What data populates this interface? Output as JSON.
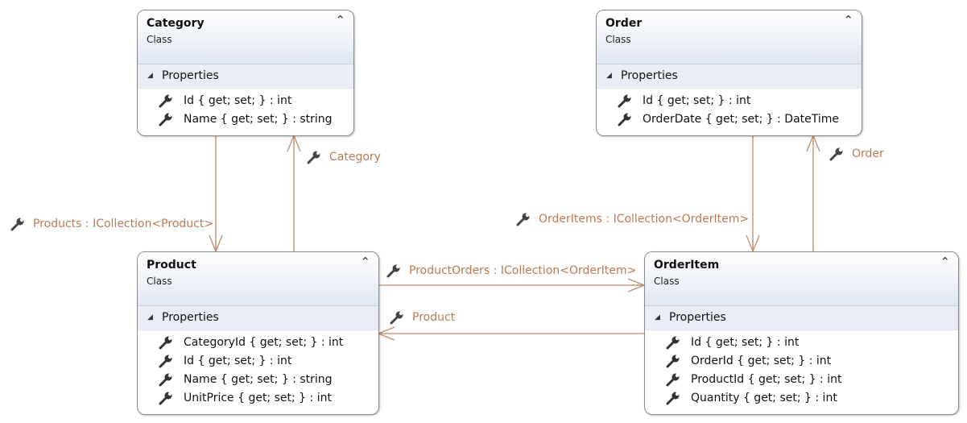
{
  "classes": {
    "category": {
      "name": "Category",
      "kind": "Class",
      "section": "Properties",
      "props": [
        "Id { get; set; } : int",
        "Name { get; set; } : string"
      ]
    },
    "order": {
      "name": "Order",
      "kind": "Class",
      "section": "Properties",
      "props": [
        "Id { get; set; } : int",
        "OrderDate { get; set; } : DateTime"
      ]
    },
    "product": {
      "name": "Product",
      "kind": "Class",
      "section": "Properties",
      "props": [
        "CategoryId { get; set; } : int",
        "Id { get; set; } : int",
        "Name { get; set; } : string",
        "UnitPrice { get; set; } : int"
      ]
    },
    "orderitem": {
      "name": "OrderItem",
      "kind": "Class",
      "section": "Properties",
      "props": [
        "Id { get; set; } : int",
        "OrderId { get; set; } : int",
        "ProductId { get; set; } : int",
        "Quantity { get; set; } : int"
      ]
    }
  },
  "associations": {
    "products": "Products : ICollection<Product>",
    "category": "Category",
    "orderitems": "OrderItems : ICollection<OrderItem>",
    "order": "Order",
    "productorders": "ProductOrders : ICollection<OrderItem>",
    "product": "Product"
  },
  "colors": {
    "association": "#c08a6e",
    "label": "#b97a55",
    "header": "#dfe6f3"
  },
  "icons": {
    "collapse": "chevron-up-double-icon",
    "property": "wrench-icon",
    "expand": "triangle-down-icon"
  }
}
